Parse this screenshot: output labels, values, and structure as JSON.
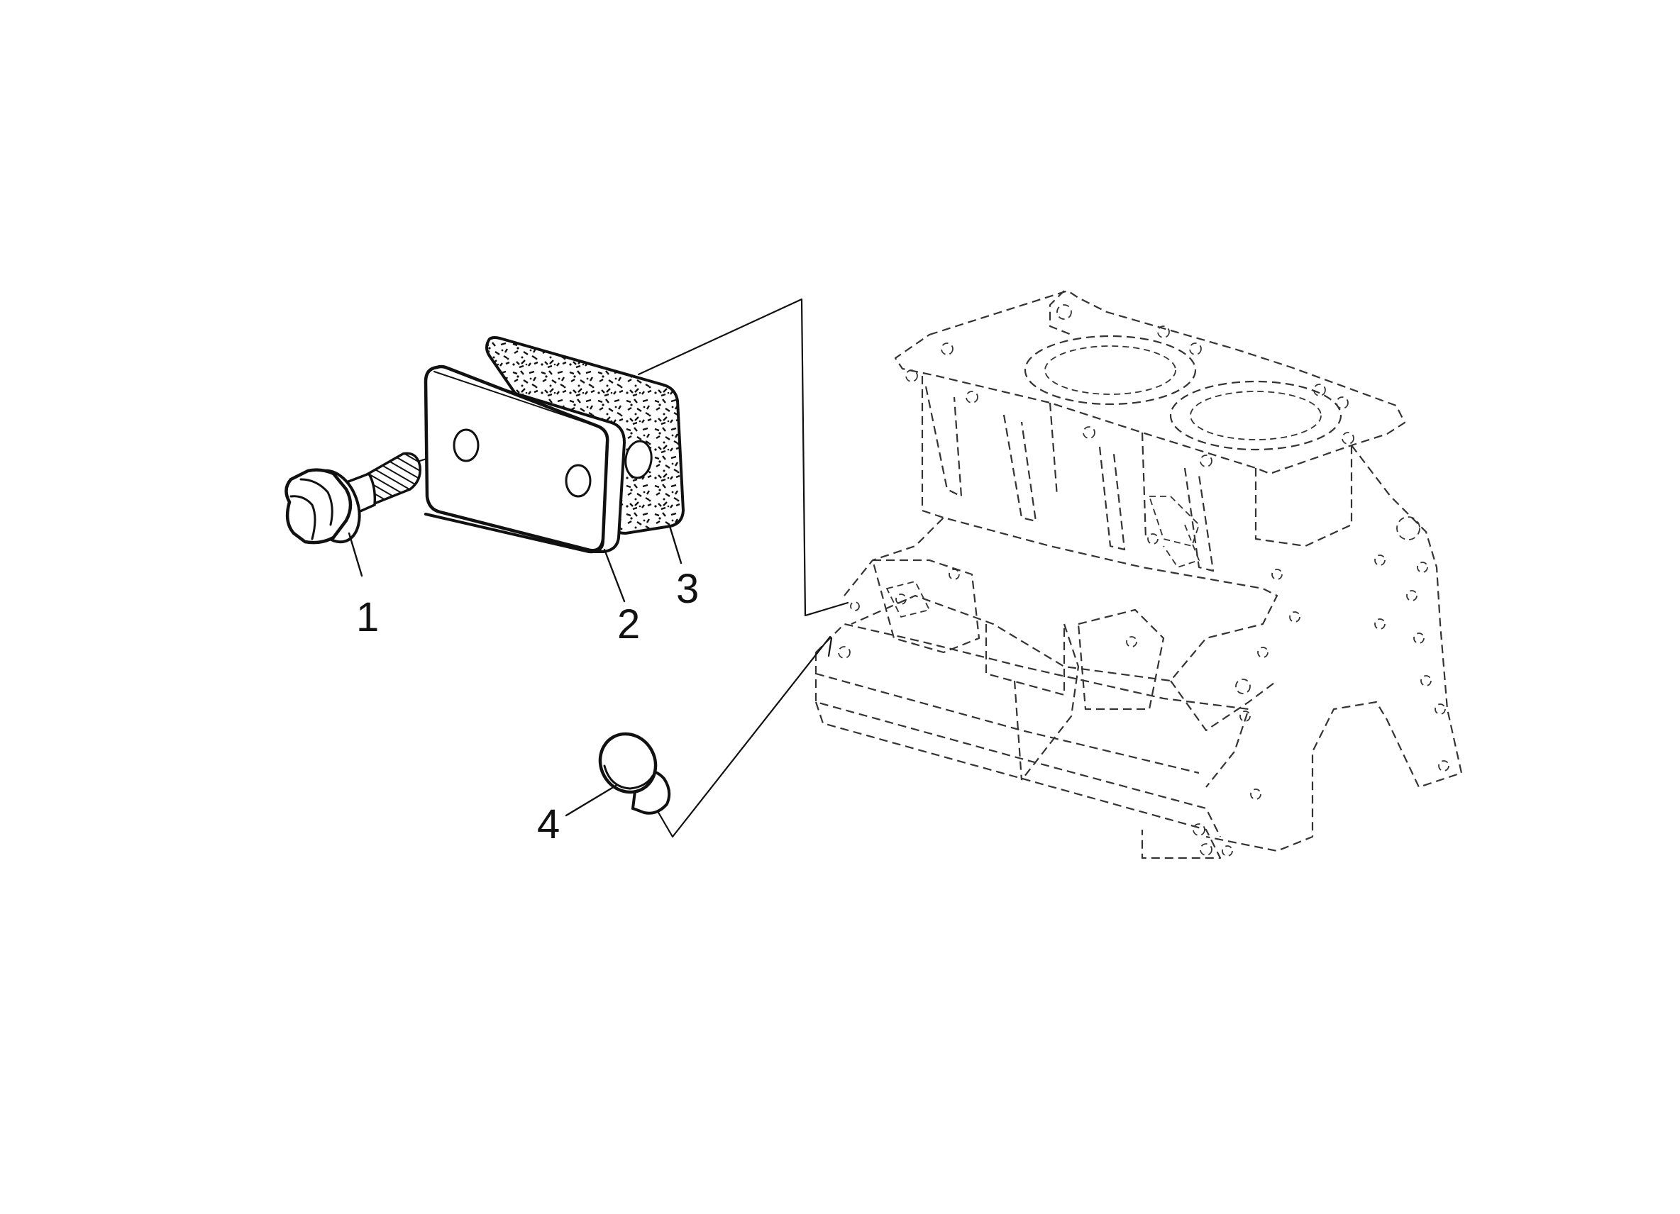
{
  "figure": {
    "background_color": "#ffffff",
    "ink_color": "#111111"
  },
  "parts": [
    {
      "id": "bolt",
      "label": "1",
      "icon": "flanged-hex-bolt-icon"
    },
    {
      "id": "cover-plate",
      "label": "2",
      "icon": "cover-plate-icon"
    },
    {
      "id": "gasket",
      "label": "3",
      "icon": "gasket-icon"
    },
    {
      "id": "plug",
      "label": "4",
      "icon": "expansion-plug-icon"
    }
  ],
  "assembly": {
    "icon": "engine-cylinder-block-icon",
    "style": "phantom-dashed"
  }
}
